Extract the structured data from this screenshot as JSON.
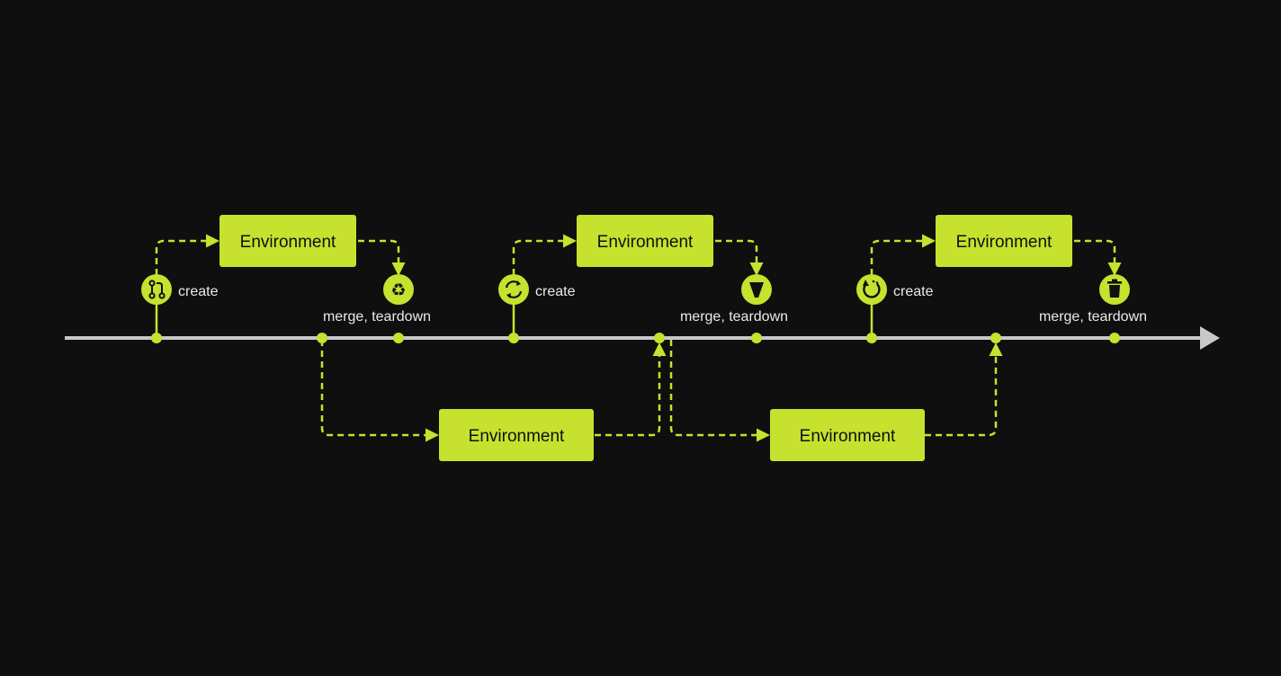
{
  "colors": {
    "background": "#0f0f0f",
    "accent": "#c6e22e",
    "timeline": "#c8c8c8",
    "box_text": "#101010",
    "label_text": "#eaeaea"
  },
  "top_flows": [
    {
      "box_label": "Environment",
      "create_label": "create",
      "end_label": "merge, teardown",
      "start_icon": "git-pull-request-icon",
      "end_icon": "recycle-icon"
    },
    {
      "box_label": "Environment",
      "create_label": "create",
      "end_label": "merge, teardown",
      "start_icon": "refresh-icon",
      "end_icon": "funnel-icon"
    },
    {
      "box_label": "Environment",
      "create_label": "create",
      "end_label": "merge, teardown",
      "start_icon": "restart-icon",
      "end_icon": "trash-icon"
    }
  ],
  "bottom_flows": [
    {
      "box_label": "Environment"
    },
    {
      "box_label": "Environment"
    }
  ]
}
